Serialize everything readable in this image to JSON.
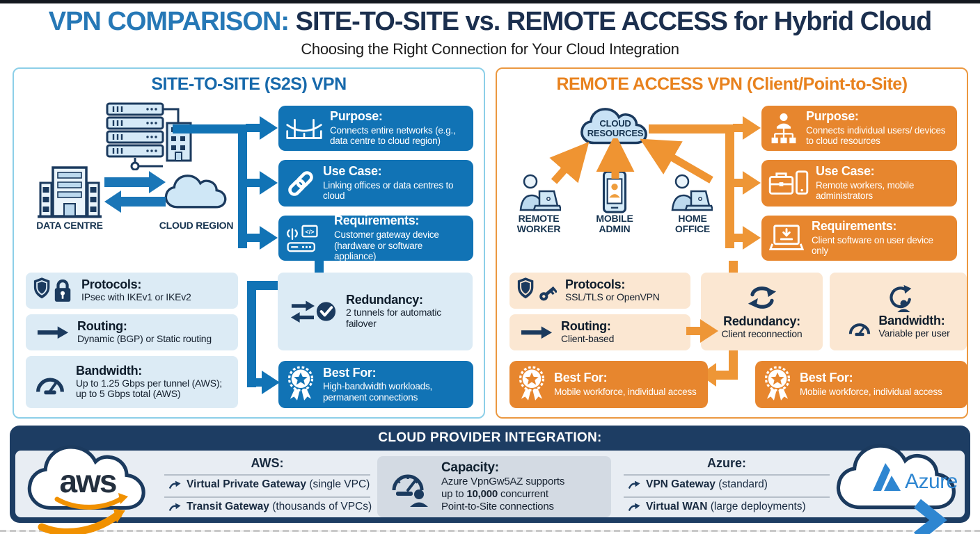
{
  "header": {
    "title_accent": "VPN COMPARISON:",
    "title_main": " SITE-TO-SITE vs. REMOTE ACCESS for Hybrid Cloud",
    "subtitle": "Choosing the Right Connection for Your Cloud Integration"
  },
  "s2s": {
    "title": "SITE-TO-SITE (S2S) VPN",
    "labels": {
      "data_centre": "DATA CENTRE",
      "cloud_region": "CLOUD REGION"
    },
    "cards": [
      {
        "icon": "bridge-icon",
        "title": "Purpose:",
        "body": "Connects entire networks (e.g., data centre to cloud region)"
      },
      {
        "icon": "chain-link-icon",
        "title": "Use Case:",
        "body": "Linking offices or data centres to cloud"
      },
      {
        "icon": "gateway-device-icon",
        "title": "Requirements:",
        "body": "Customer gateway device (hardware or software appliance)"
      }
    ],
    "facts": [
      {
        "icon": "shield-lock-icon",
        "title": "Protocols:",
        "body": "IPsec with IKEv1 or IKEv2"
      },
      {
        "icon": "arrow-right-icon",
        "title": "Routing:",
        "body": "Dynamic (BGP) or Static routing"
      },
      {
        "icon": "speedometer-icon",
        "title": "Bandwidth:",
        "body": "Up to 1.25 Gbps per tunnel (AWS); up to 5 Gbps total (AWS)"
      }
    ],
    "redundancy": {
      "icon": "swap-check-icon",
      "title": "Redundancy:",
      "body": "2 tunnels for automatic failover"
    },
    "best_for": {
      "icon": "award-ribbon-icon",
      "title": "Best For:",
      "body": "High-bandwidth workloads, permanent connections"
    }
  },
  "ra": {
    "title": "REMOTE ACCESS VPN (Client/Point-to-Site)",
    "labels": {
      "cloud_line1": "CLOUD",
      "cloud_line2": "RESOURCES",
      "worker": "REMOTE WORKER",
      "admin": "MOBILE ADMIN",
      "home": "HOME OFFICE"
    },
    "cards": [
      {
        "icon": "user-network-icon",
        "title": "Purpose:",
        "body": "Connects individual users/ devices to cloud resources"
      },
      {
        "icon": "briefcase-phone-icon",
        "title": "Use Case:",
        "body": "Remote workers, mobile administrators"
      },
      {
        "icon": "laptop-download-icon",
        "title": "Requirements:",
        "body": "Client software on user device only"
      }
    ],
    "facts": [
      {
        "icon": "shield-key-icon",
        "title": "Protocols:",
        "body": "SSL/TLS or OpenVPN"
      },
      {
        "icon": "arrow-right-icon",
        "title": "Routing:",
        "body": "Client-based"
      }
    ],
    "redundancy": {
      "icon": "refresh-icon",
      "title": "Redundancy:",
      "body": "Client reconnection"
    },
    "bandwidth": {
      "icon": "user-cycle-icon",
      "icon2": "speedometer-icon",
      "title": "Bandwidth:",
      "body": "Variable per user"
    },
    "best_for_1": {
      "icon": "award-ribbon-icon",
      "title": "Best For:",
      "body": "Mobile workforce, individual access"
    },
    "best_for_2": {
      "icon": "award-ribbon-icon",
      "title": "Best For:",
      "body": "Mobiie workforce, individual access"
    }
  },
  "provider": {
    "title": "CLOUD PROVIDER INTEGRATION:",
    "aws": {
      "logo_text": "aws",
      "heading": "AWS:",
      "items": [
        {
          "bold": "Virtual Private Gateway",
          "rest": " (single VPC)"
        },
        {
          "bold": "Transit Gateway",
          "rest": " (thousands of VPCs)"
        }
      ]
    },
    "capacity": {
      "icon": "speedometer-user-icon",
      "title": "Capacity:",
      "line1": "Azure VpnGw5AZ supports",
      "line2_pre": "up to ",
      "line2_bold": "10,000",
      "line2_post": " concurrent",
      "line3": "Point-to-Site connections"
    },
    "azure": {
      "heading": "Azure:",
      "items": [
        {
          "bold": "VPN Gateway",
          "rest": " (standard)"
        },
        {
          "bold": "Virtual WAN",
          "rest": " (large deployments)"
        }
      ],
      "logo_text": "Azure"
    }
  },
  "colors": {
    "navy": "#1b3a5e",
    "blue_card": "#1173b5",
    "light_blue": "#dcebf5",
    "orange_card": "#e7862e",
    "light_orange": "#fbe7d2",
    "title_accent": "#2678b6",
    "azure_blue": "#2e86d1",
    "aws_orange": "#f19100"
  }
}
